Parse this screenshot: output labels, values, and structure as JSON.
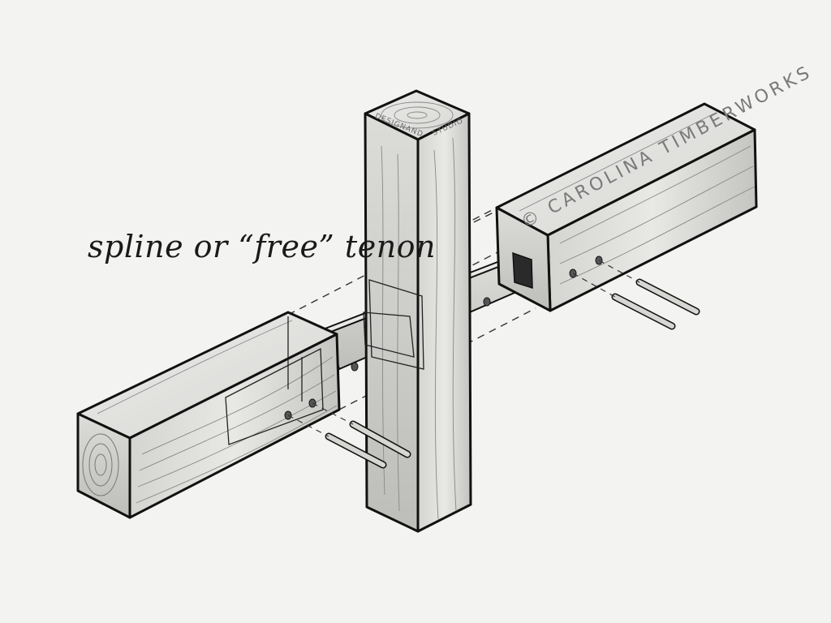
{
  "diagram": {
    "label": "spline or “free” tenon",
    "watermark": "© CAROLINA TIMBERWORKS",
    "post_marks": [
      "DESIGNAND",
      "STUDIO"
    ]
  },
  "colors": {
    "background": "#f3f3f1",
    "wood_light": "#e6e6e3",
    "wood_mid": "#c9c9c6",
    "wood_dark": "#a9a9a6",
    "outline": "#111111"
  }
}
